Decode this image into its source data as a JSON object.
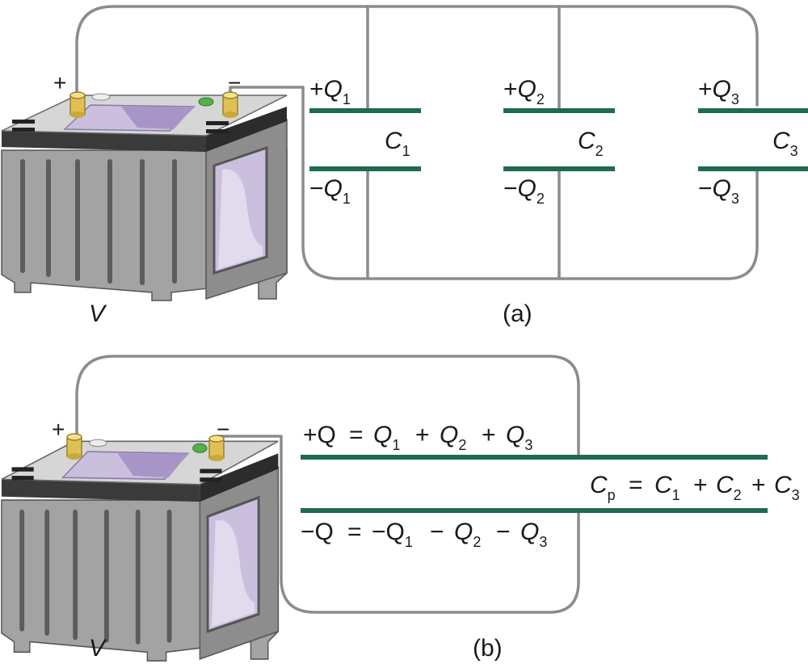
{
  "panel_a": {
    "caption": "(a)",
    "battery": {
      "plus": "+",
      "minus": "−",
      "voltage": "V"
    },
    "capacitors": [
      {
        "top_sign": "+",
        "top_q": "Q",
        "top_sub": "1",
        "bot_sign": "−",
        "bot_q": "Q",
        "bot_sub": "1",
        "c": "C",
        "c_sub": "1"
      },
      {
        "top_sign": "+",
        "top_q": "Q",
        "top_sub": "2",
        "bot_sign": "−",
        "bot_q": "Q",
        "bot_sub": "2",
        "c": "C",
        "c_sub": "2"
      },
      {
        "top_sign": "+",
        "top_q": "Q",
        "top_sub": "3",
        "bot_sign": "−",
        "bot_q": "Q",
        "bot_sub": "3",
        "c": "C",
        "c_sub": "3"
      }
    ]
  },
  "panel_b": {
    "caption": "(b)",
    "battery": {
      "plus": "+",
      "minus": "−",
      "voltage": "V"
    },
    "top_eq": {
      "lhs": "+Q",
      "eq": "=",
      "q": "Q",
      "s1": "1",
      "s2": "2",
      "s3": "3",
      "op": "+"
    },
    "bot_eq": {
      "lhs": "−Q",
      "eq": "=",
      "first": "−Q",
      "q": "Q",
      "s1": "1",
      "s2": "2",
      "s3": "3",
      "op": "−"
    },
    "cap_eq": {
      "c": "C",
      "p": "p",
      "eq": "=",
      "s1": "1",
      "s2": "2",
      "s3": "3",
      "op": "+"
    }
  },
  "colors": {
    "wire": "#8c8c8c",
    "plate": "#1f6b4d",
    "battery_body": "#a3a3a3",
    "battery_top": "#d6d6d6",
    "battery_window": "#cbbfde",
    "terminal": "#e0c052"
  }
}
